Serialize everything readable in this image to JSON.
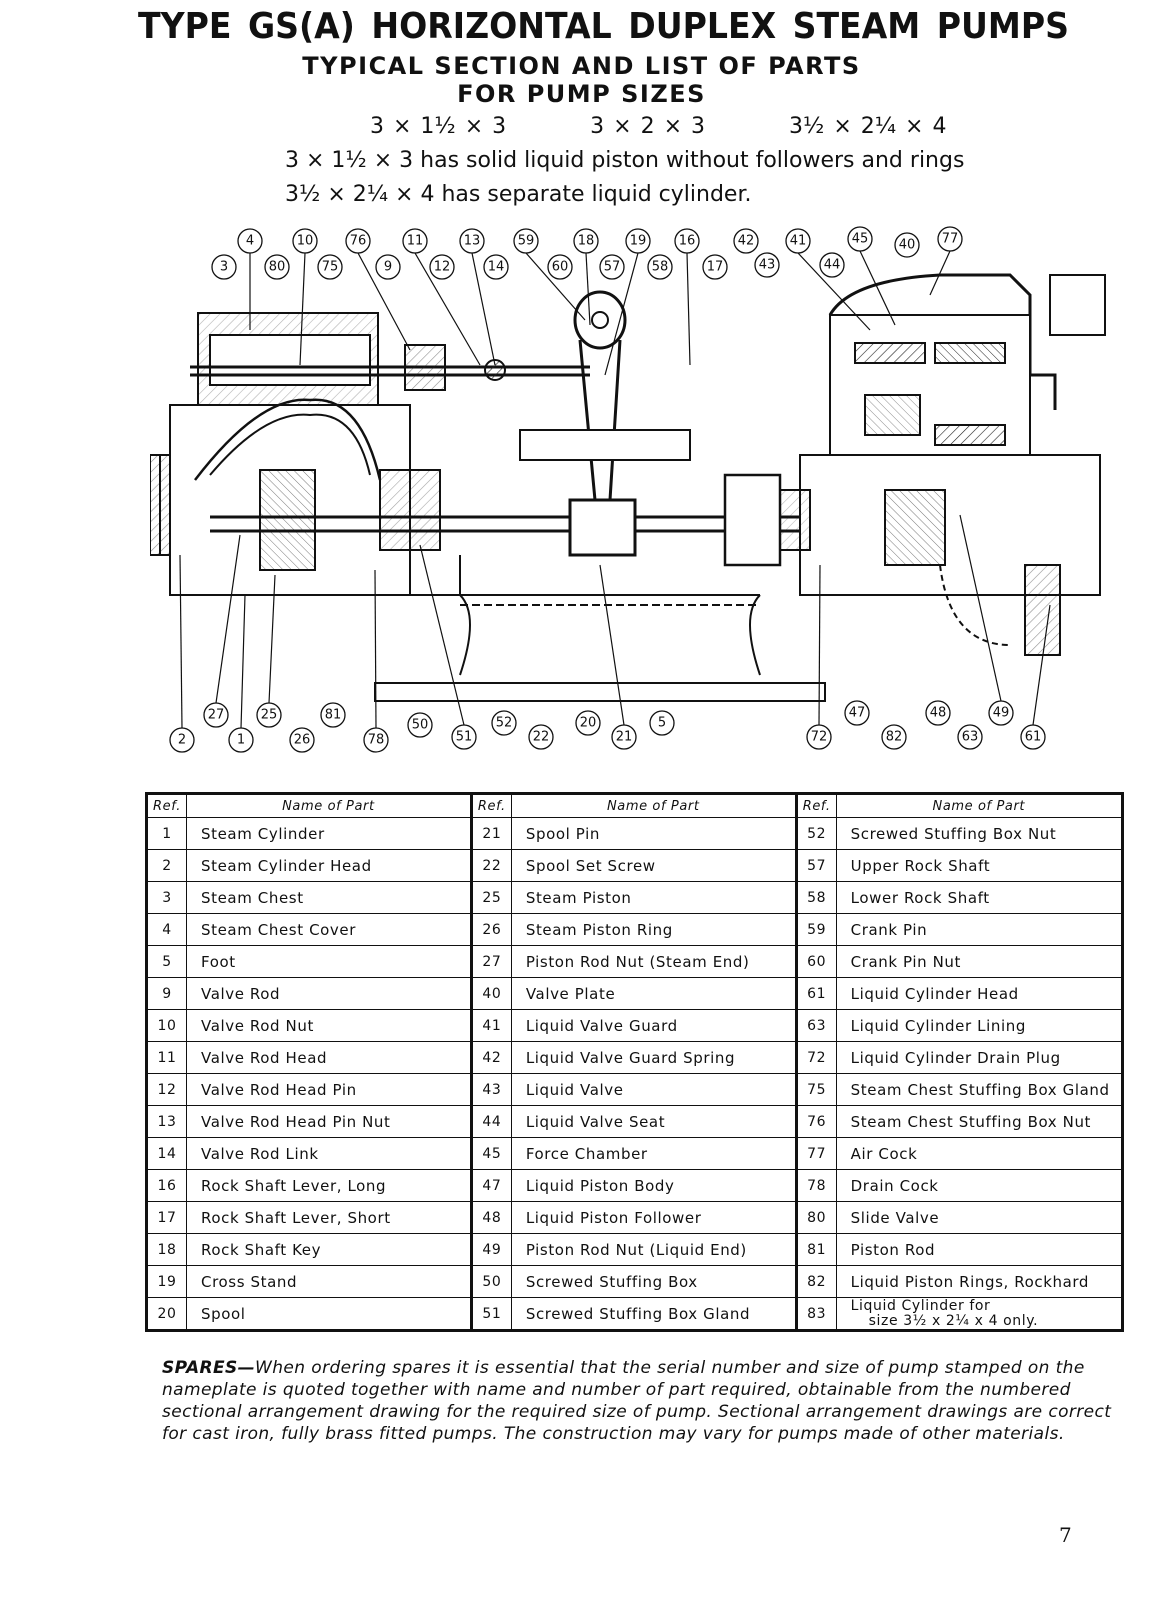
{
  "header": {
    "title_words": [
      "TYPE",
      "GS(A)",
      "HORIZONTAL",
      "DUPLEX",
      "STEAM",
      "PUMPS"
    ],
    "subtitle_1": "TYPICAL SECTION AND LIST OF PARTS",
    "subtitle_2": "FOR PUMP SIZES",
    "sizes": [
      "3 × 1½ × 3",
      "3 × 2 × 3",
      "3½ × 2¼ × 4"
    ],
    "note_1": "3 × 1½ × 3 has solid liquid piston without followers and rings",
    "note_2": "3½ × 2¼ × 4 has separate liquid cylinder."
  },
  "callouts_top_row1": [
    "4",
    "10",
    "76",
    "11",
    "13",
    "59",
    "18",
    "19",
    "16",
    "42",
    "41",
    "45",
    "77"
  ],
  "callouts_top_row2": [
    "3",
    "80",
    "75",
    "9",
    "12",
    "14",
    "60",
    "57",
    "58",
    "17",
    "43",
    "44",
    "40"
  ],
  "callouts_bottom_row1": [
    "27",
    "25",
    "81",
    "50",
    "52",
    "20",
    "5",
    "47",
    "48",
    "49"
  ],
  "callouts_bottom_row2": [
    "2",
    "1",
    "26",
    "78",
    "51",
    "22",
    "21",
    "72",
    "82",
    "63",
    "61"
  ],
  "table": {
    "ref_header": "Ref.",
    "name_header": "Name of Part",
    "col1": [
      {
        "ref": "1",
        "name": "Steam Cylinder"
      },
      {
        "ref": "2",
        "name": "Steam Cylinder Head"
      },
      {
        "ref": "3",
        "name": "Steam Chest"
      },
      {
        "ref": "4",
        "name": "Steam Chest Cover"
      },
      {
        "ref": "5",
        "name": "Foot"
      },
      {
        "ref": "9",
        "name": "Valve Rod"
      },
      {
        "ref": "10",
        "name": "Valve Rod Nut"
      },
      {
        "ref": "11",
        "name": "Valve Rod Head"
      },
      {
        "ref": "12",
        "name": "Valve Rod Head Pin"
      },
      {
        "ref": "13",
        "name": "Valve Rod Head Pin Nut"
      },
      {
        "ref": "14",
        "name": "Valve Rod Link"
      },
      {
        "ref": "16",
        "name": "Rock Shaft Lever, Long"
      },
      {
        "ref": "17",
        "name": "Rock Shaft Lever, Short"
      },
      {
        "ref": "18",
        "name": "Rock Shaft Key"
      },
      {
        "ref": "19",
        "name": "Cross Stand"
      },
      {
        "ref": "20",
        "name": "Spool"
      }
    ],
    "col2": [
      {
        "ref": "21",
        "name": "Spool Pin"
      },
      {
        "ref": "22",
        "name": "Spool Set Screw"
      },
      {
        "ref": "25",
        "name": "Steam Piston"
      },
      {
        "ref": "26",
        "name": "Steam Piston Ring"
      },
      {
        "ref": "27",
        "name": "Piston Rod Nut (Steam End)"
      },
      {
        "ref": "40",
        "name": "Valve Plate"
      },
      {
        "ref": "41",
        "name": "Liquid Valve Guard"
      },
      {
        "ref": "42",
        "name": "Liquid Valve Guard Spring"
      },
      {
        "ref": "43",
        "name": "Liquid Valve"
      },
      {
        "ref": "44",
        "name": "Liquid Valve Seat"
      },
      {
        "ref": "45",
        "name": "Force Chamber"
      },
      {
        "ref": "47",
        "name": "Liquid Piston Body"
      },
      {
        "ref": "48",
        "name": "Liquid Piston Follower"
      },
      {
        "ref": "49",
        "name": "Piston Rod Nut (Liquid End)"
      },
      {
        "ref": "50",
        "name": "Screwed Stuffing Box"
      },
      {
        "ref": "51",
        "name": "Screwed Stuffing Box Gland"
      }
    ],
    "col3": [
      {
        "ref": "52",
        "name": "Screwed Stuffing Box Nut"
      },
      {
        "ref": "57",
        "name": "Upper Rock Shaft"
      },
      {
        "ref": "58",
        "name": "Lower Rock Shaft"
      },
      {
        "ref": "59",
        "name": "Crank Pin"
      },
      {
        "ref": "60",
        "name": "Crank Pin Nut"
      },
      {
        "ref": "61",
        "name": "Liquid Cylinder Head"
      },
      {
        "ref": "63",
        "name": "Liquid Cylinder Lining"
      },
      {
        "ref": "72",
        "name": "Liquid Cylinder Drain Plug"
      },
      {
        "ref": "75",
        "name": "Steam Chest Stuffing Box Gland"
      },
      {
        "ref": "76",
        "name": "Steam Chest Stuffing Box Nut"
      },
      {
        "ref": "77",
        "name": "Air Cock"
      },
      {
        "ref": "78",
        "name": "Drain Cock"
      },
      {
        "ref": "80",
        "name": "Slide Valve"
      },
      {
        "ref": "81",
        "name": "Piston Rod"
      },
      {
        "ref": "82",
        "name": "Liquid Piston Rings, Rockhard"
      },
      {
        "ref": "83",
        "name": "Liquid Cylinder for",
        "name_line2": "size 3½ x 2¼ x 4 only."
      }
    ]
  },
  "spares": {
    "lead": "SPARES—",
    "text": "When ordering spares it is essential that the serial number and size of pump stamped on the nameplate is quoted together with name and number of part required, obtainable from the numbered sectional arrangement drawing for the required size of pump. Sectional arrangement drawings are correct for cast iron, fully brass fitted pumps. The construction may vary for pumps made of other materials."
  },
  "page_number": "7"
}
